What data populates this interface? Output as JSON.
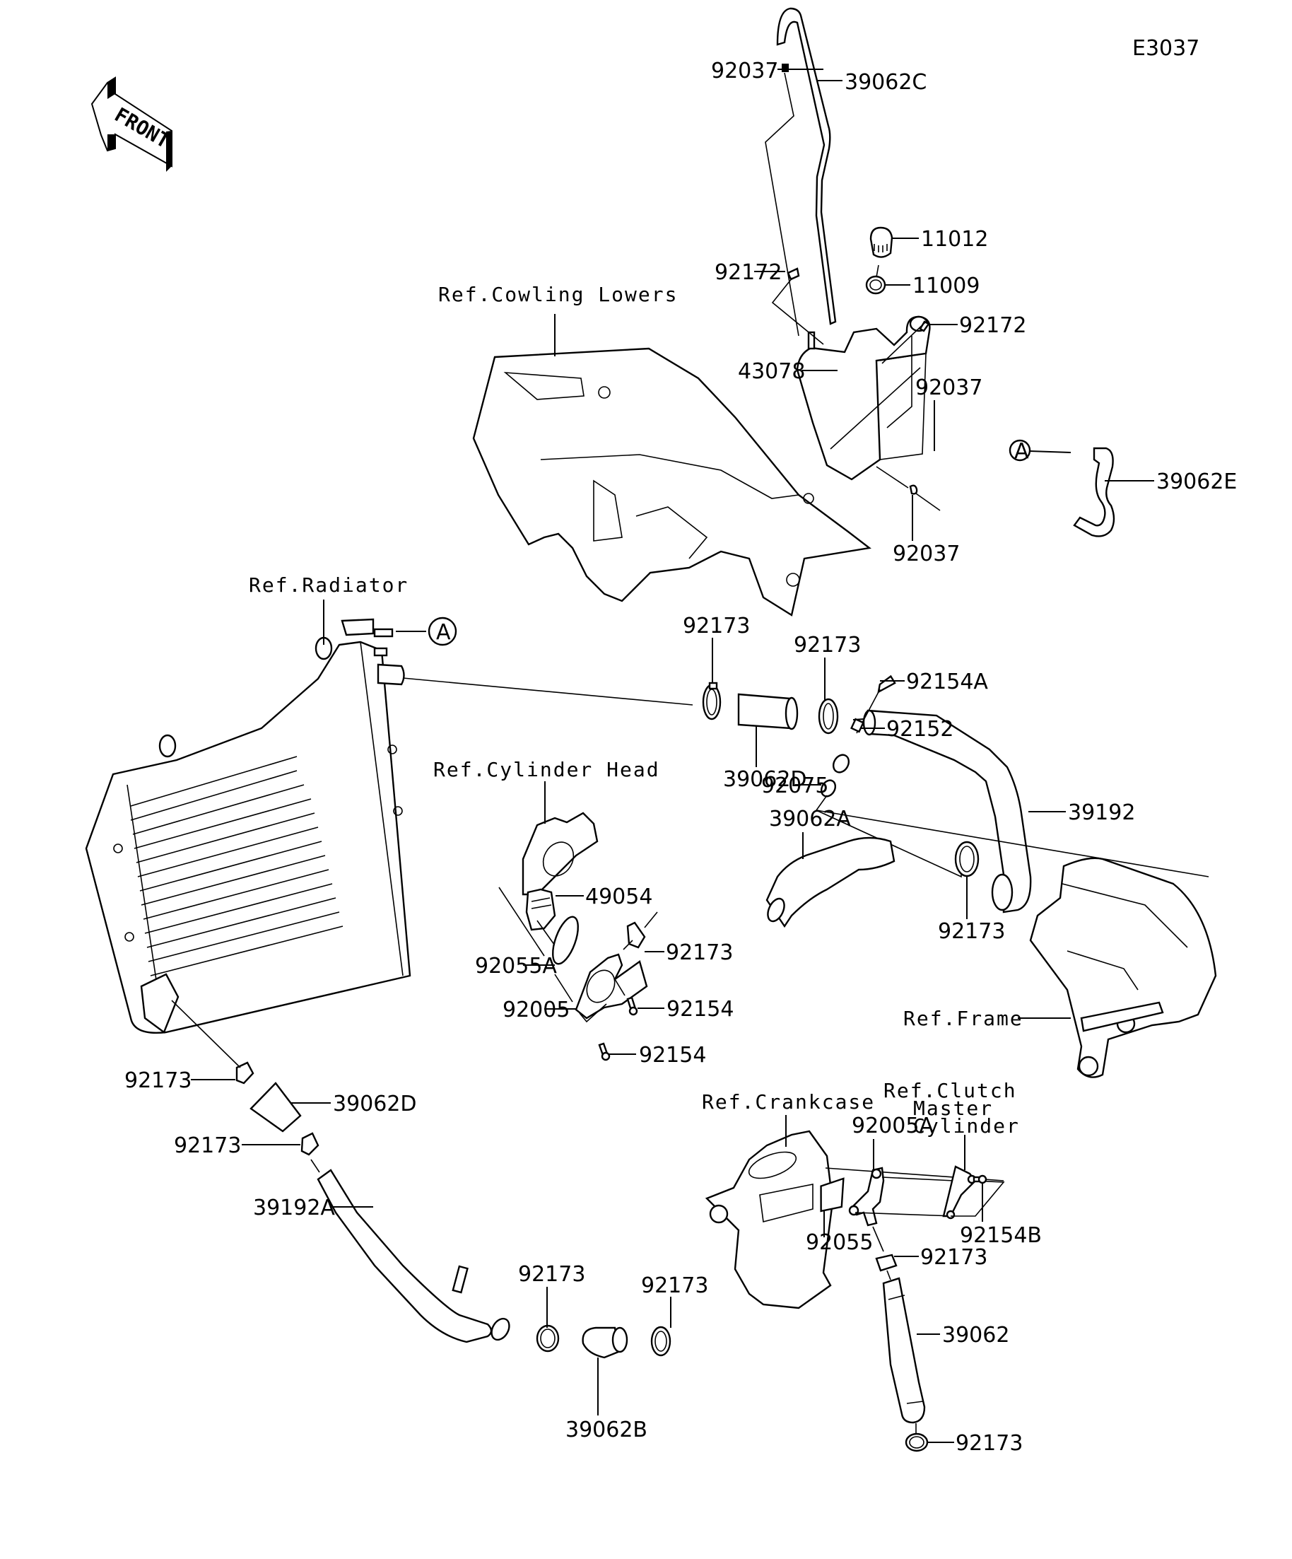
{
  "diagram": {
    "id_code": "E3037",
    "front_arrow": "FRONT",
    "reference_labels": {
      "cowling_lowers": "Ref.Cowling Lowers",
      "radiator": "Ref.Radiator",
      "cylinder_head": "Ref.Cylinder Head",
      "frame": "Ref.Frame",
      "crankcase": "Ref.Crankcase",
      "clutch_master_cylinder_line1": "Ref.Clutch",
      "clutch_master_cylinder_line2": "Master",
      "clutch_master_cylinder_line3": "Cylinder"
    },
    "connector_marks": [
      "A",
      "A"
    ],
    "parts": {
      "p92037_top": "92037",
      "p39062C": "39062C",
      "p11012": "11012",
      "p11009": "11009",
      "p92172_left": "92172",
      "p92172_right": "92172",
      "p43078": "43078",
      "p92037_mid": "92037",
      "p39062E": "39062E",
      "p92037_bottom": "92037",
      "p92173_a": "92173",
      "p92173_b": "92173",
      "p92154A": "92154A",
      "p92152": "92152",
      "p39062D_top": "39062D",
      "p92075": "92075",
      "p39192": "39192",
      "p39062A": "39062A",
      "p49054": "49054",
      "p92173_c": "92173",
      "p92173_d": "92173",
      "p92055A": "92055A",
      "p92154_a": "92154",
      "p92005": "92005",
      "p92154_b": "92154",
      "p92173_e": "92173",
      "p39062D_bottom": "39062D",
      "p92173_f": "92173",
      "p39192A": "39192A",
      "p92173_g": "92173",
      "p92173_h": "92173",
      "p39062B": "39062B",
      "p92005A": "92005A",
      "p92154B": "92154B",
      "p92055": "92055",
      "p92173_i": "92173",
      "p39062": "39062",
      "p92173_j": "92173"
    }
  }
}
